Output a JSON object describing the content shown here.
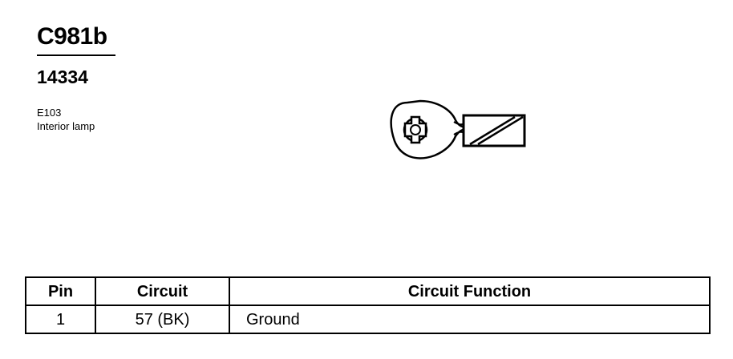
{
  "header": {
    "connector_id": "C981b",
    "part_number": "14334"
  },
  "location": {
    "code": "E103",
    "description": "Interior lamp"
  },
  "figure": {
    "icon": "ring-terminal-icon"
  },
  "table": {
    "headers": [
      "Pin",
      "Circuit",
      "Circuit Function"
    ],
    "rows": [
      [
        "1",
        "57 (BK)",
        "Ground"
      ]
    ]
  }
}
